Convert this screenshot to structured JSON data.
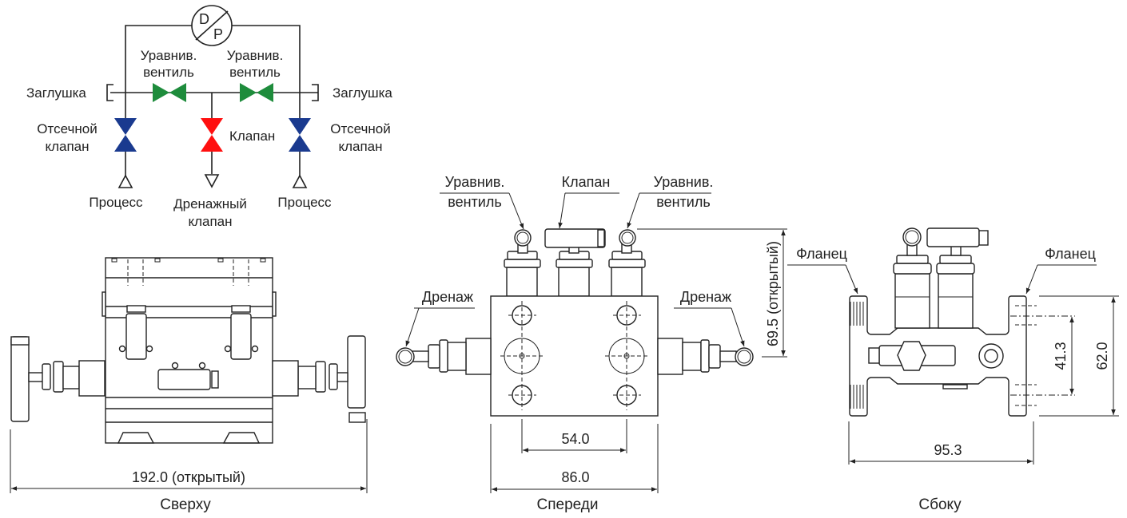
{
  "schematic": {
    "gauge": {
      "top": "D",
      "bottom": "P"
    },
    "labels": {
      "equalizer_left": [
        "Уравнив.",
        "вентиль"
      ],
      "equalizer_right": [
        "Уравнив.",
        "вентиль"
      ],
      "plug_left": "Заглушка",
      "plug_right": "Заглушка",
      "block_left": [
        "Отсечной",
        "клапан"
      ],
      "block_right": [
        "Отсечной",
        "клапан"
      ],
      "vent": "Клапан",
      "process_left": "Процесс",
      "process_right": "Процесс",
      "drain": [
        "Дренажный",
        "клапан"
      ]
    },
    "colors": {
      "equalizer": "#1e8c3c",
      "block": "#1a3a8f",
      "vent": "#ff0f0f",
      "line": "#222222"
    }
  },
  "views": {
    "top": {
      "caption": "Сверху",
      "dimension": "192.0 (открытый)"
    },
    "front": {
      "caption": "Спереди",
      "callouts": {
        "equalizer_left": [
          "Уравнив.",
          "вентиль"
        ],
        "vent": "Клапан",
        "equalizer_right": [
          "Уравнив.",
          "вентиль"
        ],
        "drain_left": "Дренаж",
        "drain_right": "Дренаж"
      },
      "dimensions": {
        "inner_width": "54.0",
        "outer_width": "86.0",
        "height_open": "69.5 (открытый)"
      }
    },
    "side": {
      "caption": "Сбоку",
      "callouts": {
        "flange_left": "Фланец",
        "flange_right": "Фланец"
      },
      "dimensions": {
        "width": "95.3",
        "hole_spacing": "41.3",
        "height": "62.0"
      }
    }
  }
}
